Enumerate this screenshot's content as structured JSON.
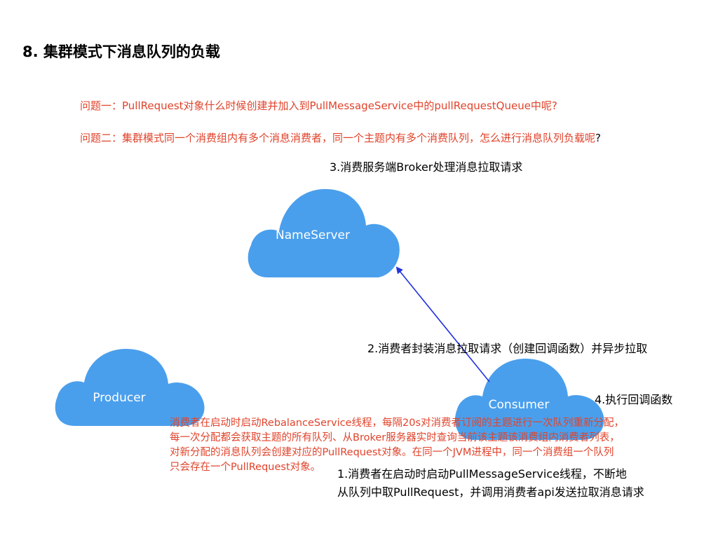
{
  "title": "8. 集群模式下消息队列的负载",
  "questions": {
    "q1": "问题一：PullRequest对象什么时候创建并加入到PullMessageService中的pullRequestQueue中呢?",
    "q2_main": "问题二：集群模式同一个消费组内有多个消息消费者，同一个主题内有多个消费队列，怎么进行消息队列负载呢",
    "q2_tail": "?"
  },
  "nodes": {
    "nameserver": "NameServer",
    "producer": "Producer",
    "consumer": "Consumer"
  },
  "steps": {
    "step1_line1": "1.消费者在启动时启动PullMessageService线程，不断地",
    "step1_line2": "从队列中取PullRequest，并调用消费者api发送拉取消息请求",
    "step2": "2.消费者封装消息拉取请求（创建回调函数）并异步拉取",
    "step3": "3.消费服务端Broker处理消息拉取请求",
    "step4": "4.执行回调函数"
  },
  "note": {
    "line1": "消费者在启动时启动RebalanceService线程，每隔20s对消费者订阅的主题进行一次队列重新分配，",
    "line2": "每一次分配都会获取主题的所有队列、从Broker服务器实时查询当前该主题该消费组内消费者列表，",
    "line3": "对新分配的消息队列会创建对应的PullRequest对象。在同一个JVM进程中，同一个消费组一个队列",
    "line4": "只会存在一个PullRequest对象。"
  },
  "colors": {
    "cloud": "#4a9fec",
    "arrow": "#2233dd",
    "red_text": "#e0432b"
  }
}
